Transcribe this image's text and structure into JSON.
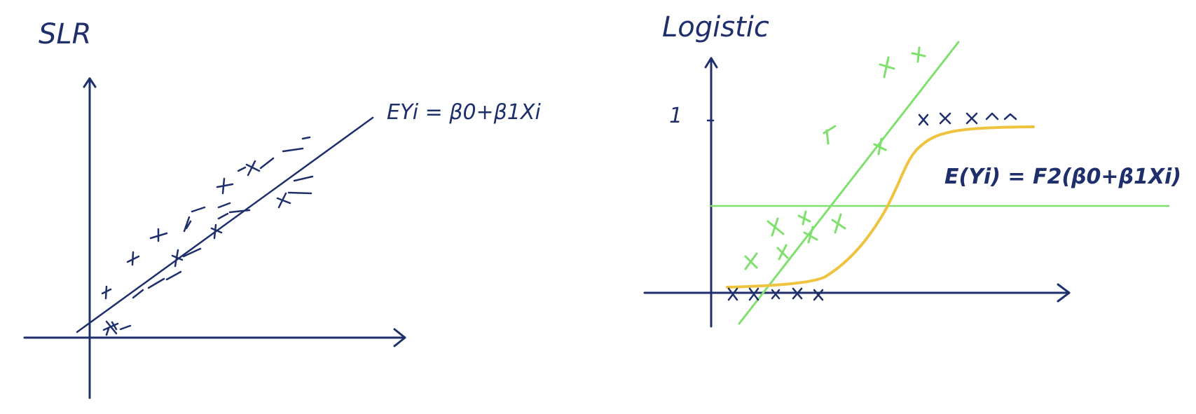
{
  "slr": {
    "title": "SLR",
    "equation": "EYi = β0+β1Xi"
  },
  "logistic": {
    "title": "Logistic",
    "y_tick_label": "1",
    "equation": "E(Yi) = F2(β0+β1Xi)"
  },
  "colors": {
    "ink": "#1f2f6b",
    "green": "#7fe06e",
    "yellow": "#efc33f"
  }
}
